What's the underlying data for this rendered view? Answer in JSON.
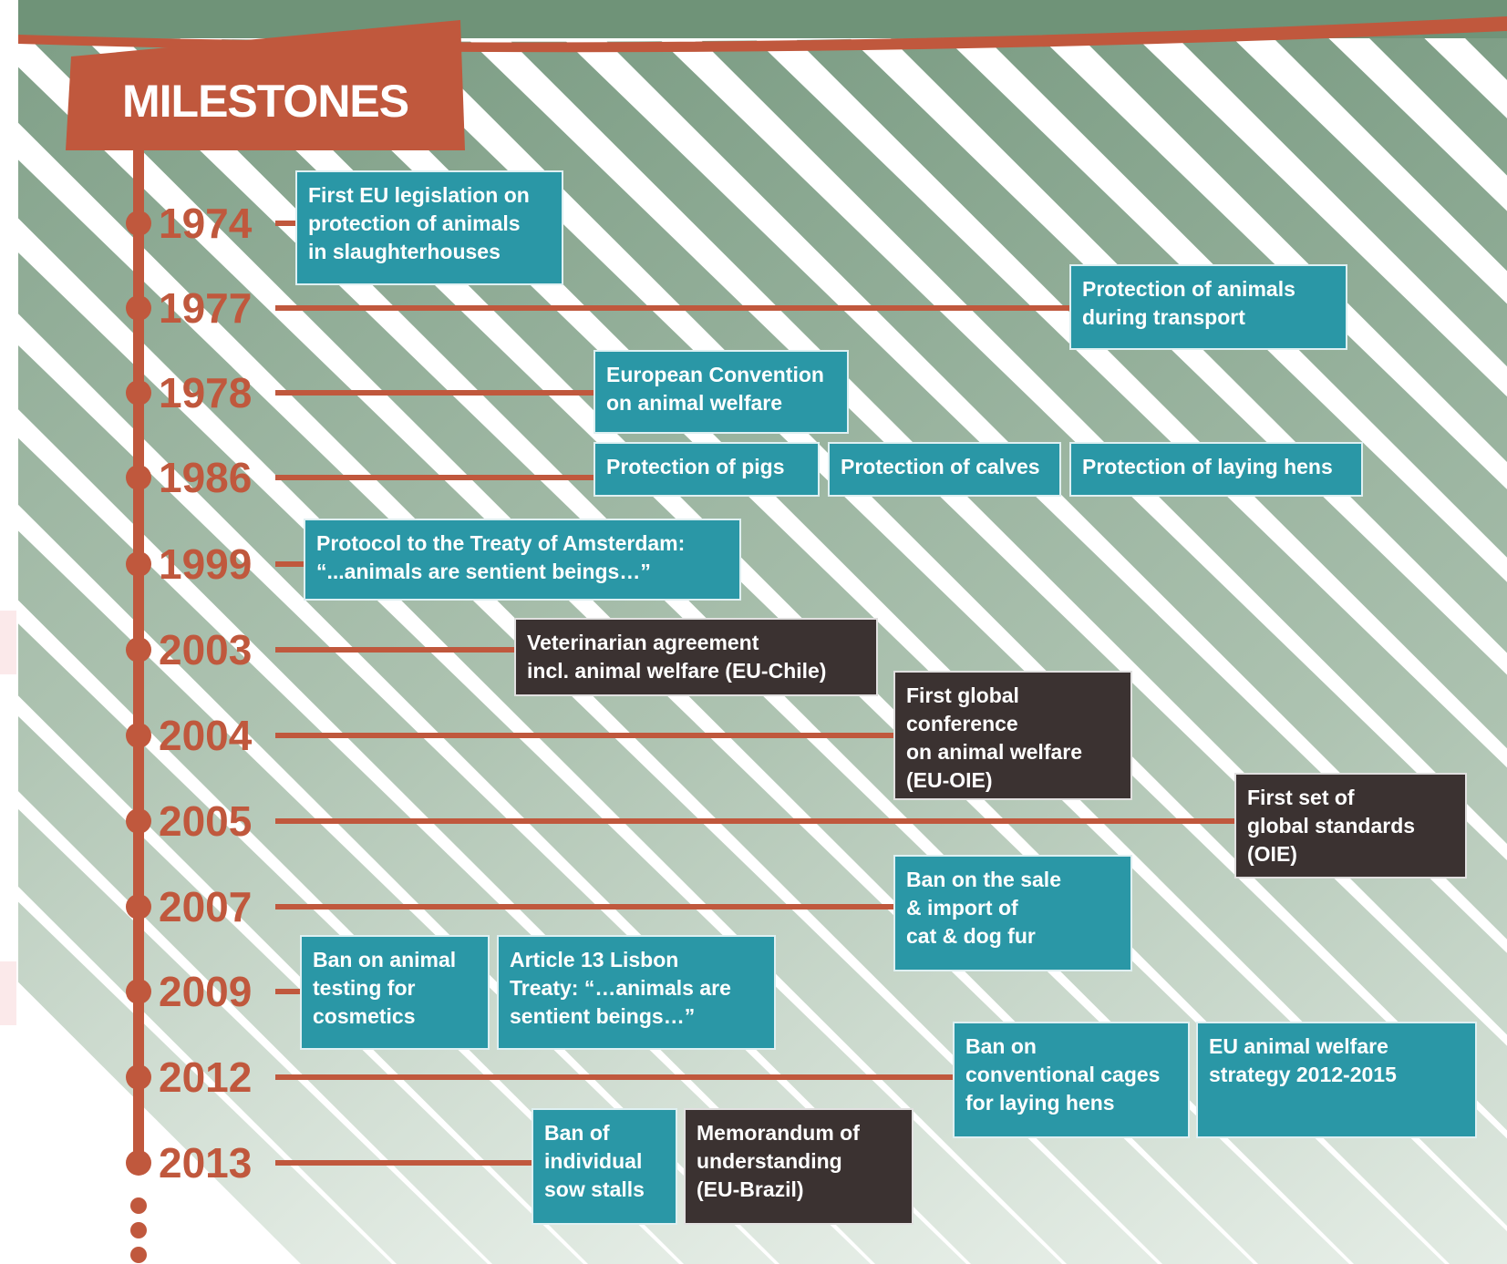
{
  "title": "MILESTONES",
  "colors": {
    "accent": "#c0583d",
    "teal": "#2a97a6",
    "dark": "#3b3231",
    "stripes": "#7e9e85"
  },
  "milestones": [
    {
      "year": "1974",
      "events": [
        "First EU legislation on\nprotection of animals\nin slaughterhouses"
      ]
    },
    {
      "year": "1977",
      "events": [
        "Protection of animals\nduring transport"
      ]
    },
    {
      "year": "1978",
      "events": [
        "European Convention\non animal welfare"
      ]
    },
    {
      "year": "1986",
      "events": [
        "Protection of pigs",
        "Protection of calves",
        "Protection of laying hens"
      ]
    },
    {
      "year": "1999",
      "events": [
        "Protocol to the Treaty of Amsterdam:\n“...animals are sentient beings…”"
      ]
    },
    {
      "year": "2003",
      "events": [
        "Veterinarian agreement\nincl. animal welfare (EU-Chile)"
      ]
    },
    {
      "year": "2004",
      "events": [
        "First global\nconference\non animal welfare\n(EU-OIE)"
      ]
    },
    {
      "year": "2005",
      "events": [
        "First set of\nglobal standards\n(OIE)"
      ]
    },
    {
      "year": "2007",
      "events": [
        "Ban on the sale\n& import of\ncat & dog fur"
      ]
    },
    {
      "year": "2009",
      "events": [
        "Ban on animal\ntesting for\ncosmetics",
        "Article 13 Lisbon\nTreaty: “…animals are\nsentient beings…”"
      ]
    },
    {
      "year": "2012",
      "events": [
        "Ban on\nconventional cages\nfor laying hens",
        "EU animal welfare\nstrategy 2012-2015"
      ]
    },
    {
      "year": "2013",
      "events": [
        "Ban of\nindividual\nsow stalls",
        "Memorandum of\nunderstanding\n(EU-Brazil)"
      ]
    }
  ]
}
